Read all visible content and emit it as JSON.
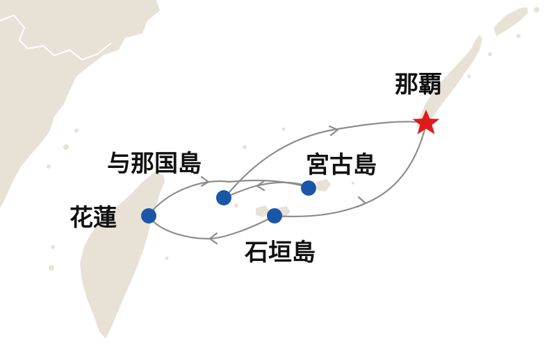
{
  "map": {
    "colors": {
      "land": "#e8e1d6",
      "border": "#ffffff",
      "route": "#8c8c8c",
      "port": "#1a56a8",
      "start": "#e01a1a",
      "label": "#111111"
    },
    "ports": [
      {
        "key": "naha",
        "label": "那覇",
        "marker": "star"
      },
      {
        "key": "miyako",
        "label": "宮古島",
        "marker": "dot"
      },
      {
        "key": "yonaguni",
        "label": "与那国島",
        "marker": "dot"
      },
      {
        "key": "ishigaki",
        "label": "石垣島",
        "marker": "dot"
      },
      {
        "key": "hualien",
        "label": "花蓮",
        "marker": "dot"
      }
    ]
  }
}
